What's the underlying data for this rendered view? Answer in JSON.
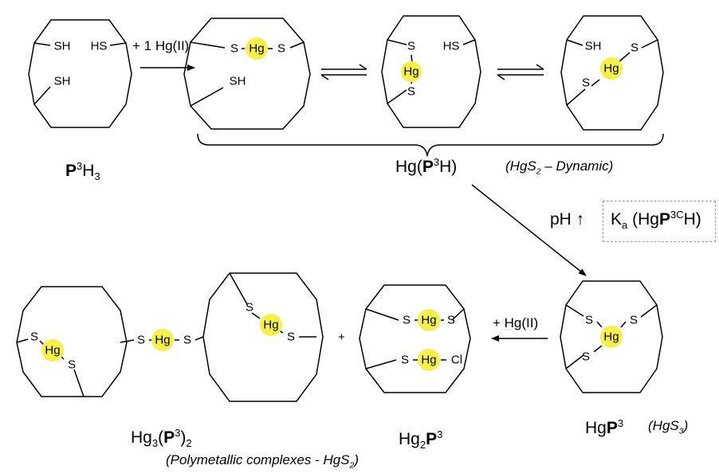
{
  "colors": {
    "mercury_highlight": "#f5f04a",
    "line": "#000000",
    "dashed_box": "#9a9a9a"
  },
  "atoms": {
    "sh": "SH",
    "hs": "HS",
    "s": "S",
    "hg": "Hg",
    "cl": "Cl"
  },
  "reagents": {
    "first_step": "+ 1 Hg(II)",
    "second_step": "+ Hg(II)",
    "plus_sign": "+"
  },
  "labels": {
    "p3h3": {
      "bold": "P",
      "sup": "3",
      "text": "H",
      "sub": "3"
    },
    "hg_p3h": {
      "pre": "Hg(",
      "bold": "P",
      "sup": "3",
      "post": "H)"
    },
    "hgs2_dynamic": {
      "pre": "(HgS",
      "sub": "2",
      "post": " – Dynamic)"
    },
    "ph_up": "pH ↑",
    "ka": {
      "k": "K",
      "k_sub": "a",
      "pre": " (Hg",
      "bold": "P",
      "sup": "3C",
      "post": "H)"
    },
    "hgp3": {
      "pre": "Hg",
      "bold": "P",
      "sup": "3"
    },
    "hgs3": {
      "pre": "(HgS",
      "sub": "3",
      "post": ")"
    },
    "hg2p3": {
      "pre": "Hg",
      "sub": "2",
      "bold": "P",
      "sup": "3"
    },
    "hg3p32": {
      "pre": "Hg",
      "sub": "3",
      "paren_open": "(",
      "bold": "P",
      "sup": "3",
      "paren_close": ")",
      "sub2": "2"
    },
    "polymetallic": {
      "pre": "(Polymetallic complexes - HgS",
      "sub": "2",
      "post": ")"
    }
  }
}
